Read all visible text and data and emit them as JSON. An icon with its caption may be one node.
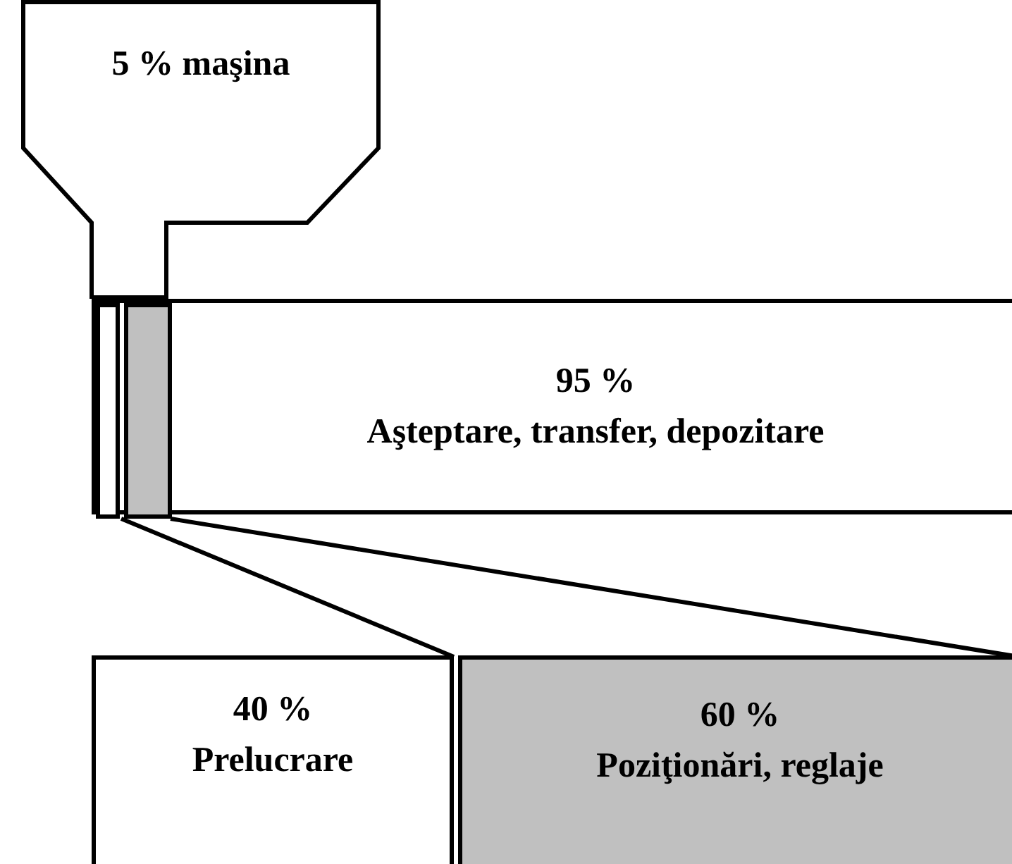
{
  "diagram": {
    "nodes": [
      {
        "text": [
          "5 % maşina"
        ]
      },
      {
        "text": [
          "95 %",
          "Aşteptare, transfer, depozitare"
        ]
      },
      {
        "text": [],
        "shape": "box",
        "in": 1
      },
      {
        "text": [],
        "shape": "box",
        "in": 1
      },
      {
        "text": [
          "40 %",
          "Prelucrare"
        ]
      },
      {
        "text": [
          "60 %",
          "Poziţionări, reglaje"
        ]
      }
    ],
    "edges": [
      {
        "from": 3,
        "to": 5,
        "arrow": "none"
      },
      {
        "from": 3,
        "to": 5,
        "arrow": "none"
      }
    ]
  }
}
